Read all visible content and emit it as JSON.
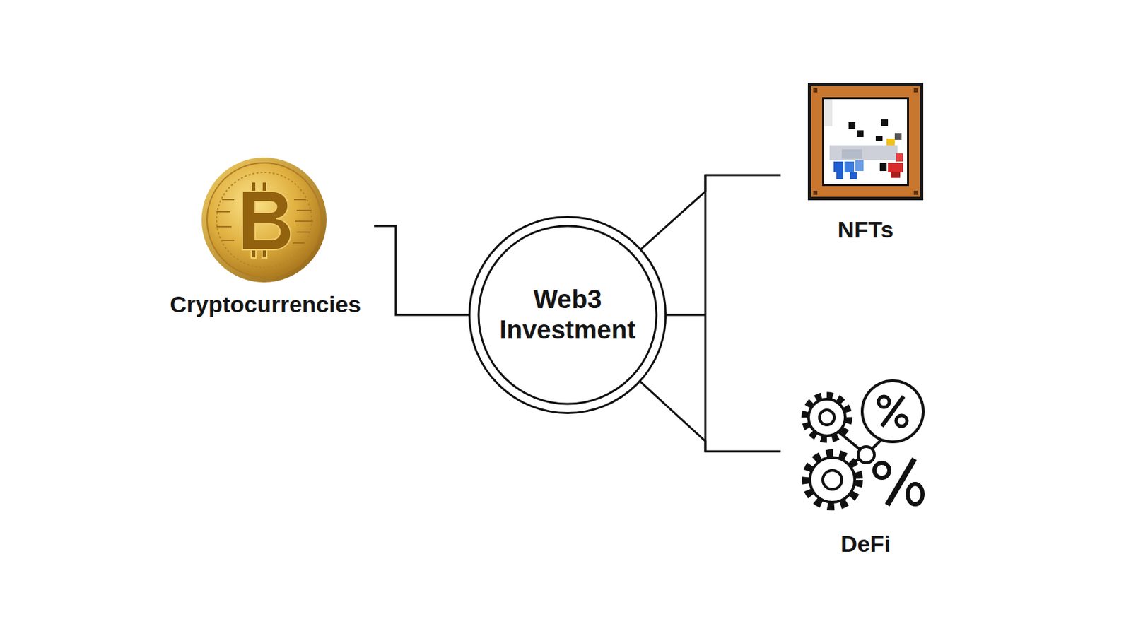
{
  "diagram": {
    "nodes": [
      {
        "text": [
          "Cryptocurrencies"
        ]
      },
      {
        "text": [
          "Web3 Investment"
        ]
      },
      {
        "text": [
          "NFTs"
        ]
      },
      {
        "text": [
          "DeFi"
        ]
      }
    ],
    "edges": [
      {
        "from": 0,
        "to": 1,
        "arrow": "none"
      },
      {
        "from": 1,
        "to": 2,
        "arrow": "none"
      },
      {
        "from": 1,
        "to": 3,
        "arrow": "none"
      }
    ]
  }
}
